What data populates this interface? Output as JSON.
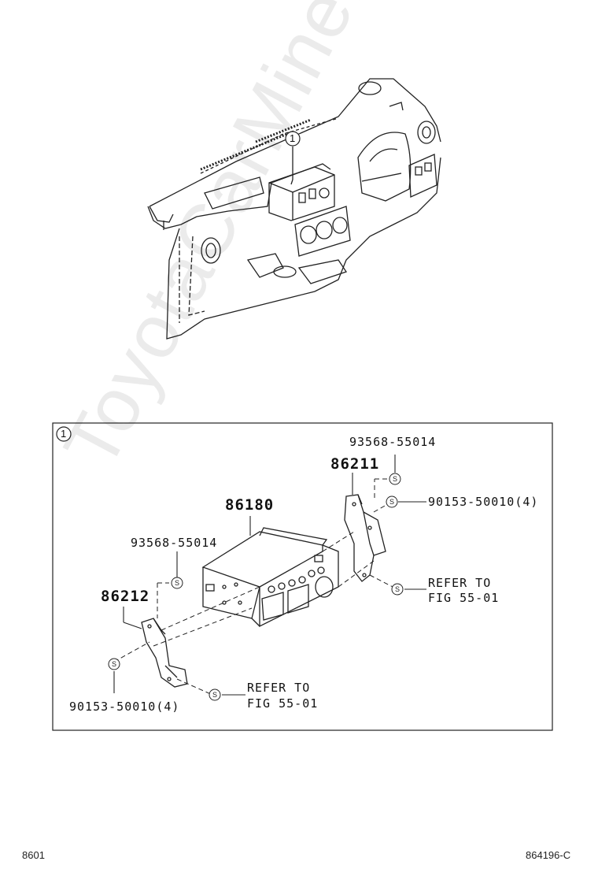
{
  "watermark": "ToyotaCarMine.ru",
  "overview": {
    "callout": "1"
  },
  "detail": {
    "callout": "1",
    "parts": {
      "radio_unit": "86180",
      "bracket_right": "86211",
      "bracket_left": "86212",
      "screw_top_right": "93568-55014",
      "screw_top_left": "93568-55014",
      "bolt_right": "90153-50010(4)",
      "bolt_left": "90153-50010(4)"
    },
    "refer_right": {
      "line1": "REFER TO",
      "line2": "FIG 55-01"
    },
    "refer_left": {
      "line1": "REFER TO",
      "line2": "FIG 55-01"
    }
  },
  "footer": {
    "left_code": "8601",
    "right_code": "864196-C"
  }
}
